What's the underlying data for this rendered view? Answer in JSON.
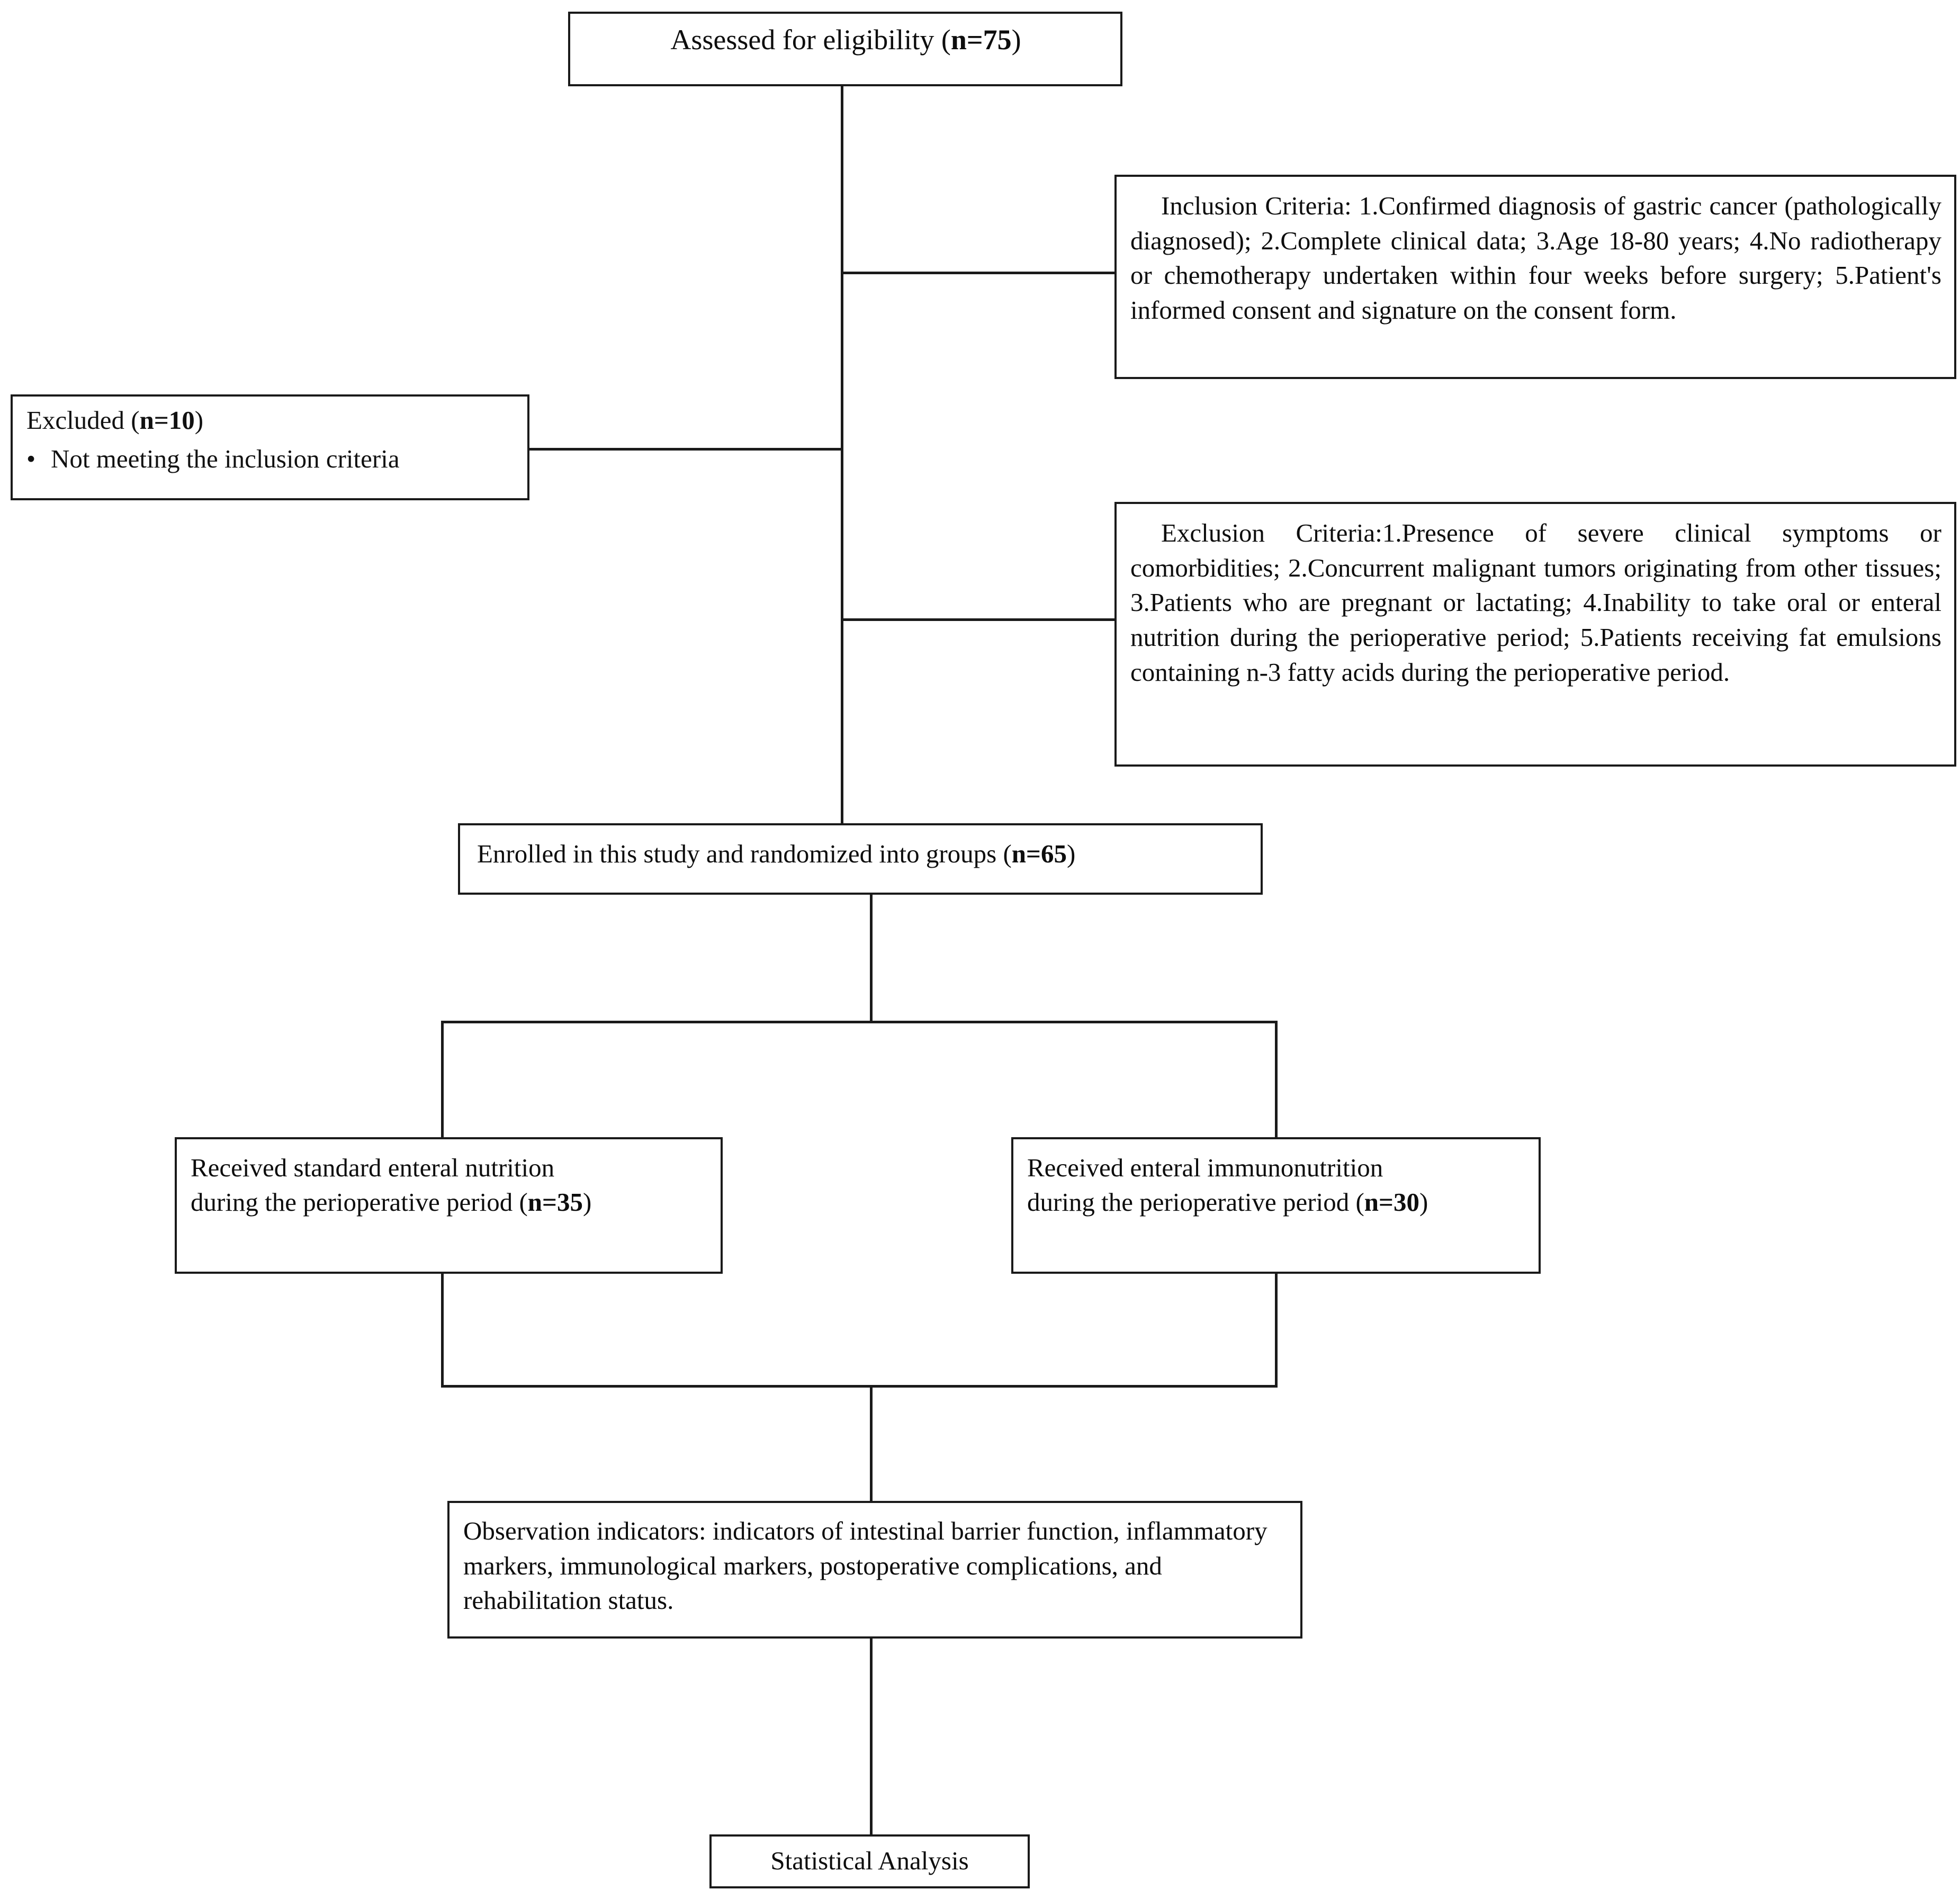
{
  "diagram": {
    "title": "Study participant flow diagram",
    "type": "consort-flowchart",
    "line_color": "#1a1a1a",
    "background_color": "#ffffff"
  },
  "nodes": {
    "assessed": {
      "label": "Assessed for eligibility (n=75)",
      "text_plain": "Assessed for eligibility (",
      "count_label": "n=75",
      "count_suffix": ")"
    },
    "inclusion_criteria": {
      "text": "Inclusion Criteria: 1.Confirmed diagnosis of gastric cancer (pathologically diagnosed); 2.Complete clinical data; 3.Age 18-80 years; 4.No radiotherapy or chemotherapy undertaken within four weeks before surgery; 5.Patient's informed consent and signature on the consent form."
    },
    "excluded": {
      "heading_prefix": "Excluded (",
      "heading_count": "n=10",
      "heading_suffix": ")",
      "bullet_glyph": "•",
      "bullet_text": "Not meeting the inclusion criteria"
    },
    "exclusion_criteria": {
      "text": "Exclusion Criteria:1.Presence of severe clinical symptoms or comorbidities; 2.Concurrent malignant tumors originating from other tissues; 3.Patients who are pregnant or lactating; 4.Inability to take oral or enteral nutrition during the perioperative period; 5.Patients receiving fat emulsions containing n-3 fatty acids during the perioperative period."
    },
    "enrolled": {
      "text_prefix": "Enrolled in this study and randomized into groups (",
      "count": "n=65",
      "text_suffix": ")"
    },
    "group_left": {
      "line1": "Received standard enteral nutrition",
      "line2_prefix": "during the perioperative period (",
      "count": "n=35",
      "line2_suffix": ")"
    },
    "group_right": {
      "line1": "Received enteral immunonutrition",
      "line2_prefix": "during the perioperative period (",
      "count": "n=30",
      "line2_suffix": ")"
    },
    "observation": {
      "text": "Observation indicators: indicators of intestinal barrier function, inflammatory markers, immunological markers, postoperative complications, and rehabilitation status."
    },
    "statistical": {
      "label": "Statistical Analysis"
    }
  }
}
